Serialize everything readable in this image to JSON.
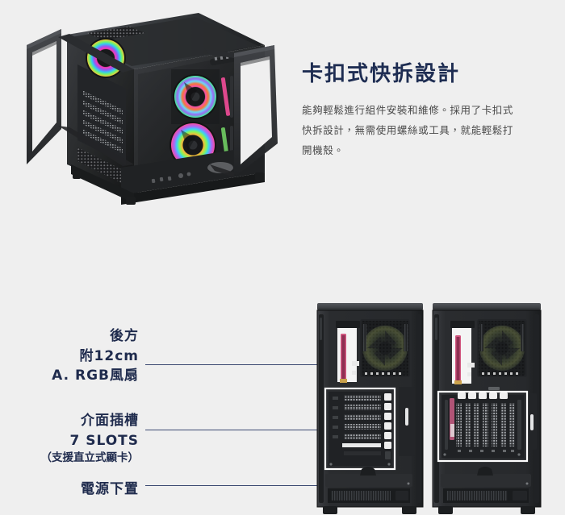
{
  "page": {
    "background_color": "#efefef",
    "accent_navy": "#1e2d52",
    "body_text_color": "#4a4a4a",
    "leader_line_color": "#3c4a72",
    "highlight_box_color": "#ffffff"
  },
  "hero": {
    "title": "卡扣式快拆設計",
    "body": "能夠輕鬆進行組件安裝和維修。採用了卡扣式快拆設計，無需使用螺絲或工具，就能輕鬆打開機殼。",
    "image_alt": "quick-release-case-photo"
  },
  "callouts": [
    {
      "id": "rear-fan",
      "lines": [
        "後方",
        "附12cm",
        "A. RGB風扇"
      ],
      "note": ""
    },
    {
      "id": "expansion-slots",
      "lines": [
        "介面插槽",
        "7 SLOTS"
      ],
      "note": "（支援直立式顯卡）"
    },
    {
      "id": "psu-bottom",
      "lines": [
        "電源下置"
      ],
      "note": ""
    }
  ],
  "case_images": [
    {
      "id": "case-rear-horizontal-slots",
      "alt": "rear view with horizontal PCI slots highlighted"
    },
    {
      "id": "case-rear-vertical-slots",
      "alt": "rear view with vertical GPU slots highlighted"
    }
  ]
}
